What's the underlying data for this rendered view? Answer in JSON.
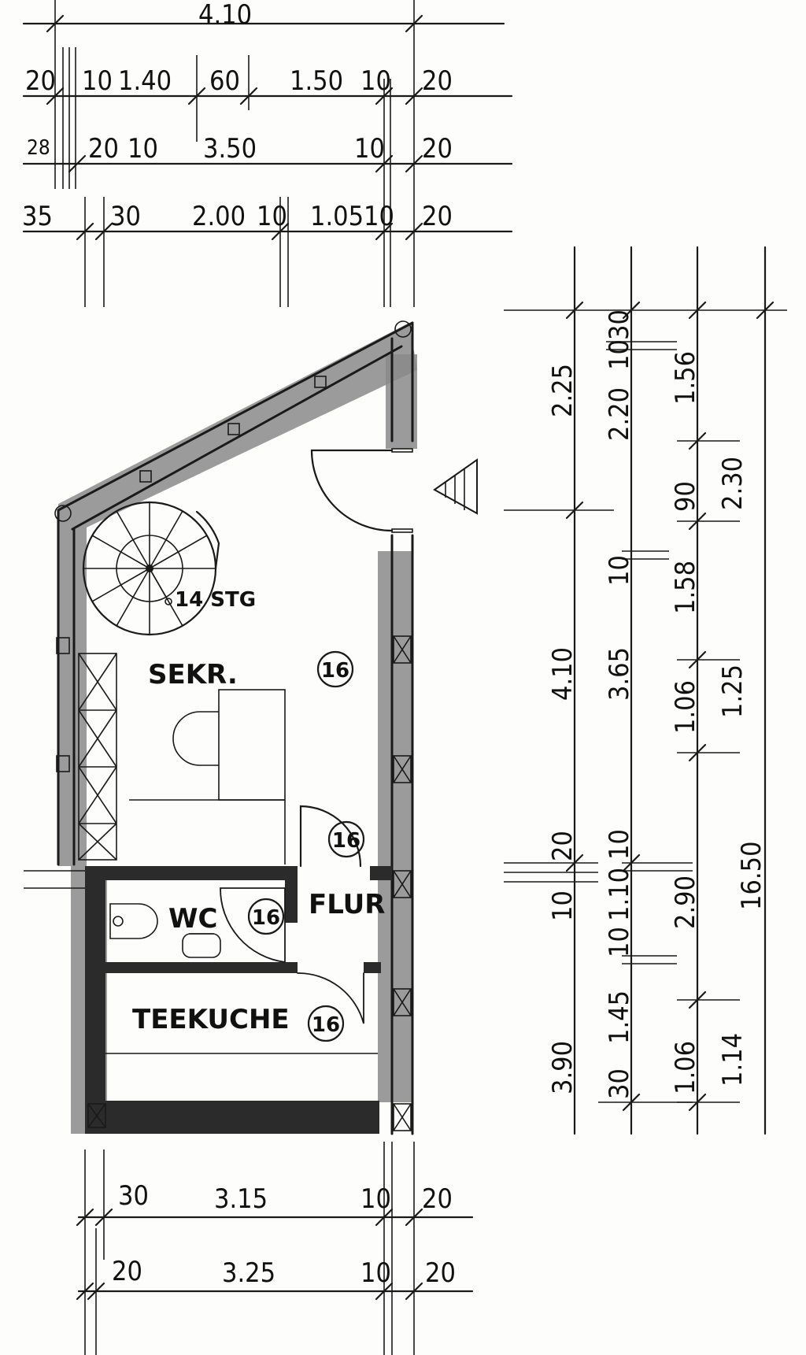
{
  "top_dims": {
    "row0": [
      "4.10"
    ],
    "row1": [
      "20",
      "10",
      "1.40",
      "60",
      "1.50",
      "10",
      "20"
    ],
    "row2": [
      "28",
      "20",
      "10",
      "3.50",
      "10",
      "20"
    ],
    "row3": [
      "35",
      "30",
      "2.00",
      "10",
      "1.05",
      "10",
      "20"
    ]
  },
  "rooms": {
    "sekr": "SEKR.",
    "wc": "WC",
    "flur": "FLUR",
    "teekuche": "TEEKUCHE",
    "stair": "14 STG"
  },
  "door_tag": "16",
  "right_dims": {
    "col1": [
      "2.25",
      "4.10",
      "3.90"
    ],
    "col2": [
      "30",
      "10",
      "2.20",
      "10",
      "3.65",
      "20",
      "10",
      "1.10",
      "10",
      "10",
      "1.45",
      "30"
    ],
    "col3": [
      "1.56",
      "90",
      "1.58",
      "1.06",
      "2.90",
      "1.06"
    ],
    "col4": [
      "2.30",
      "1.25",
      "1.14"
    ],
    "col5": [
      "16.50"
    ]
  },
  "bottom_dims": {
    "row1": [
      "30",
      "3.15",
      "10",
      "20"
    ],
    "row2": [
      "20",
      "3.25",
      "10",
      "20"
    ]
  }
}
